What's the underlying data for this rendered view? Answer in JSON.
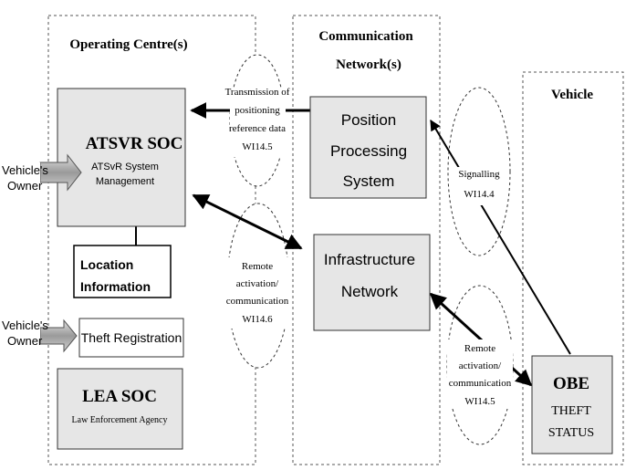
{
  "regions": {
    "operating": "Operating Centre(s)",
    "comm_line1": "Communication",
    "comm_line2": "Network(s)",
    "vehicle": "Vehicle"
  },
  "boxes": {
    "atsvr": {
      "title": "ATSVR SOC",
      "sub1": "ATSvR System",
      "sub2": "Management"
    },
    "location": {
      "line1": "Location",
      "line2": "Information"
    },
    "theft": {
      "label": "Theft Registration"
    },
    "lea": {
      "title": "LEA SOC",
      "sub": "Law Enforcement Agency"
    },
    "pps": {
      "line1": "Position",
      "line2": "Processing",
      "line3": "System"
    },
    "infra": {
      "line1": "Infrastructure",
      "line2": "Network"
    },
    "obe": {
      "title": "OBE",
      "line1": "THEFT",
      "line2": "STATUS"
    }
  },
  "owners": [
    {
      "line1": "Vehicle's",
      "line2": "Owner"
    },
    {
      "line1": "Vehicle's",
      "line2": "Owner"
    }
  ],
  "ellipses": {
    "transmission": [
      "Transmission of",
      "positioning",
      "reference data",
      "WI14.5"
    ],
    "remote_left": [
      "Remote",
      "activation/",
      "communication",
      "WI14.6"
    ],
    "signalling": [
      "Signalling",
      "WI14.4"
    ],
    "remote_right": [
      "Remote",
      "activation/",
      "communication",
      "WI14.5"
    ]
  }
}
